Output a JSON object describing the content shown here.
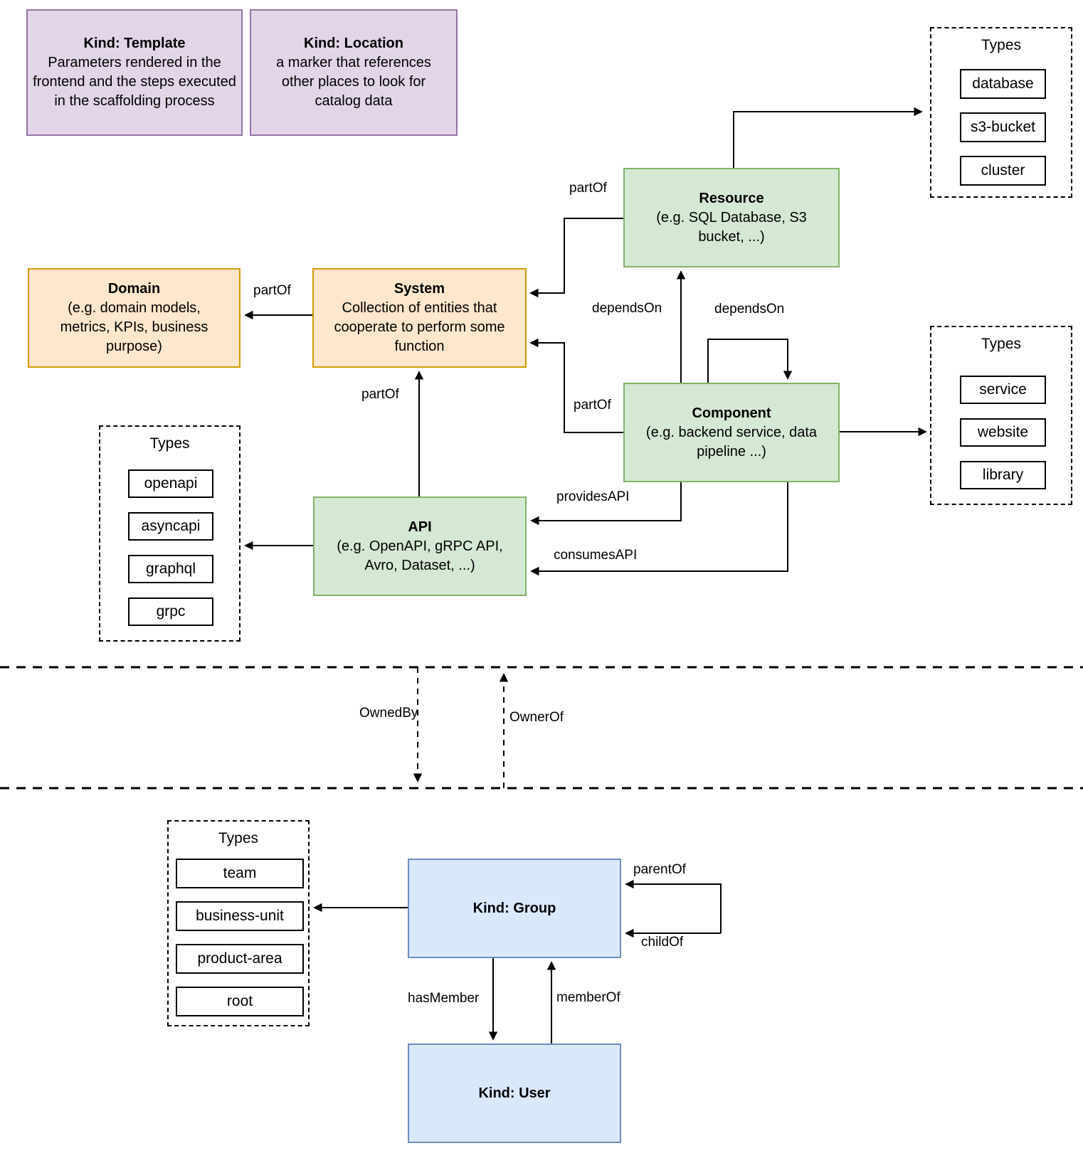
{
  "diagram": {
    "colors": {
      "purple_fill": "#E1D5E7",
      "purple_stroke": "#9673A6",
      "orange_fill": "#FFE6CC",
      "orange_stroke": "#D79B00",
      "green_fill": "#D5E8D4",
      "green_stroke": "#82B366",
      "blue_fill": "#DAE8FC",
      "blue_stroke": "#6C8EBF",
      "line": "#000000"
    },
    "nodes": {
      "template": {
        "title": "Kind: Template",
        "description": "Parameters rendered in the frontend and the steps executed in  the scaffolding process"
      },
      "location": {
        "title": "Kind: Location",
        "description": "a marker that references other places to look for catalog data"
      },
      "resource": {
        "title": "Resource",
        "description": "(e.g. SQL Database, S3 bucket, ...)"
      },
      "domain": {
        "title": "Domain",
        "description": "(e.g.  domain models, metrics, KPIs, business purpose)"
      },
      "system": {
        "title": "System",
        "description": "Collection of entities that cooperate to perform some function"
      },
      "component": {
        "title": "Component",
        "description": "(e.g. backend service, data pipeline ...)"
      },
      "api": {
        "title": "API",
        "description": "(e.g. OpenAPI, gRPC API, Avro, Dataset, ...)"
      },
      "group": {
        "title": "Kind: Group"
      },
      "user": {
        "title": "Kind: User"
      }
    },
    "panels": {
      "resource_types": {
        "title": "Types",
        "items": [
          "database",
          "s3-bucket",
          "cluster"
        ]
      },
      "component_types": {
        "title": "Types",
        "items": [
          "service",
          "website",
          "library"
        ]
      },
      "api_types": {
        "title": "Types",
        "items": [
          "openapi",
          "asyncapi",
          "graphql",
          "grpc"
        ]
      },
      "group_types": {
        "title": "Types",
        "items": [
          "team",
          "business-unit",
          "product-area",
          "root"
        ]
      }
    },
    "edge_labels": {
      "resource_partof_system": "partOf",
      "system_partof_domain": "partOf",
      "component_partof_system": "partOf",
      "api_partof_system": "partOf",
      "component_dependson_resource": "dependsOn",
      "component_dependson_component": "dependsOn",
      "provides_api": "providesAPI",
      "consumes_api": "consumesAPI",
      "owned_by": "OwnedBy",
      "owner_of": "OwnerOf",
      "parent_of": "parentOf",
      "child_of": "childOf",
      "has_member": "hasMember",
      "member_of": "memberOf"
    }
  }
}
